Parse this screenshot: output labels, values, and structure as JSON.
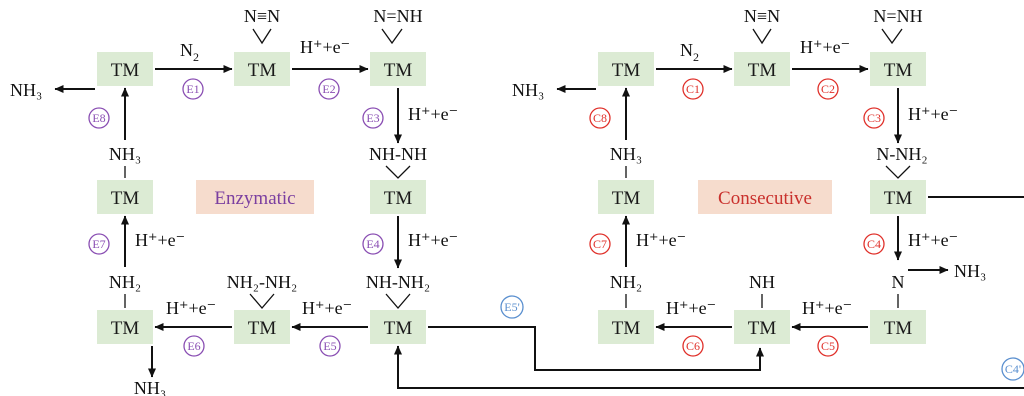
{
  "panels": {
    "enzymatic": {
      "title": "Enzymatic",
      "title_color": "#7b3fa0",
      "title_bg": "#f6dccd"
    },
    "consecutive": {
      "title": "Consecutive",
      "title_color": "#c9302c",
      "title_bg": "#f6dccd"
    }
  },
  "node_label": "TM",
  "reagents": {
    "n2": "N",
    "n2_sub": "2",
    "proton_electron": "H⁺+e⁻"
  },
  "species": {
    "nh3": "NH₃",
    "n_triple_n": "N≡N",
    "n_double_nh": "N=NH",
    "nh_nh": "NH-NH",
    "nh_nh2": "NH-NH₂",
    "nh2_nh2": "NH₂-NH₂",
    "nh2": "NH₂",
    "nh": "NH",
    "n_nh2": "N-NH₂",
    "n": "N"
  },
  "steps": {
    "enzymatic": [
      "E1",
      "E2",
      "E3",
      "E4",
      "E5",
      "E6",
      "E7",
      "E8"
    ],
    "enzymatic_branch": "E5'",
    "consecutive": [
      "C1",
      "C2",
      "C3",
      "C4",
      "C5",
      "C6",
      "C7",
      "C8"
    ],
    "consecutive_branch": "C4'"
  },
  "colors": {
    "node_fill": "#dcebd4",
    "enzymatic_step": "#8a4fb3",
    "consecutive_step": "#e0312b",
    "branch_step": "#5a8fcf"
  }
}
